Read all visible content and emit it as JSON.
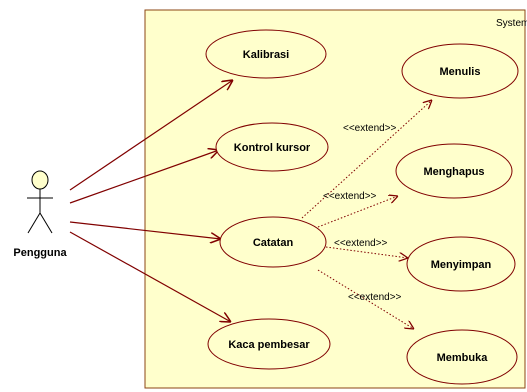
{
  "system": {
    "label": "System"
  },
  "actor": {
    "name": "Pengguna"
  },
  "use_cases": {
    "kalibrasi": "Kalibrasi",
    "kontrol_kursor": "Kontrol kursor",
    "catatan": "Catatan",
    "kaca_pembesar": "Kaca pembesar",
    "menulis": "Menulis",
    "menghapus": "Menghapus",
    "menyimpan": "Menyimpan",
    "membuka": "Membuka"
  },
  "relations": {
    "extend_label": "<<extend>>"
  },
  "colors": {
    "boundary_fill": "#ffffcc",
    "boundary_stroke": "#8b4513",
    "usecase_fill": "#ffffcc",
    "line": "#800000"
  }
}
